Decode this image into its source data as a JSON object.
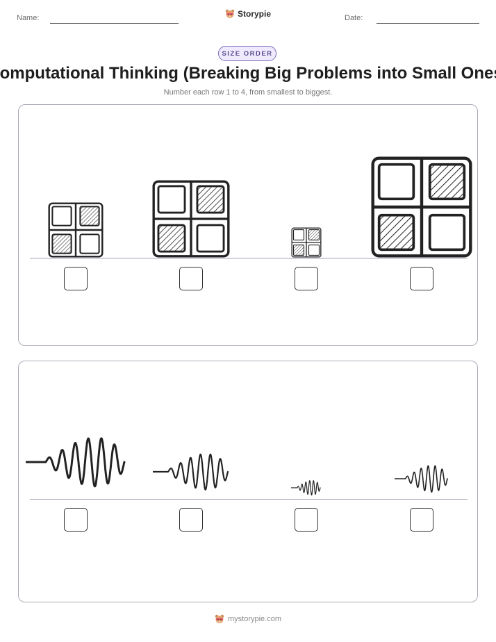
{
  "header": {
    "name_label": "Name:",
    "date_label": "Date:",
    "brand_name": "Storypie",
    "brand_icon": "storypie-bear-icon"
  },
  "badge": "SIZE ORDER",
  "title": "Computational Thinking (Breaking Big Problems into Small Ones)",
  "instruction": "Number each row 1 to 4, from smallest to biggest.",
  "rows": [
    {
      "item_type": "four-square-grid",
      "items": [
        {
          "relative_size": 2
        },
        {
          "relative_size": 3
        },
        {
          "relative_size": 1
        },
        {
          "relative_size": 4
        }
      ]
    },
    {
      "item_type": "sound-wave",
      "items": [
        {
          "relative_size": 4
        },
        {
          "relative_size": 3
        },
        {
          "relative_size": 1
        },
        {
          "relative_size": 2
        }
      ]
    }
  ],
  "footer": {
    "site": "mystorypie.com",
    "icon": "storypie-bear-icon"
  }
}
